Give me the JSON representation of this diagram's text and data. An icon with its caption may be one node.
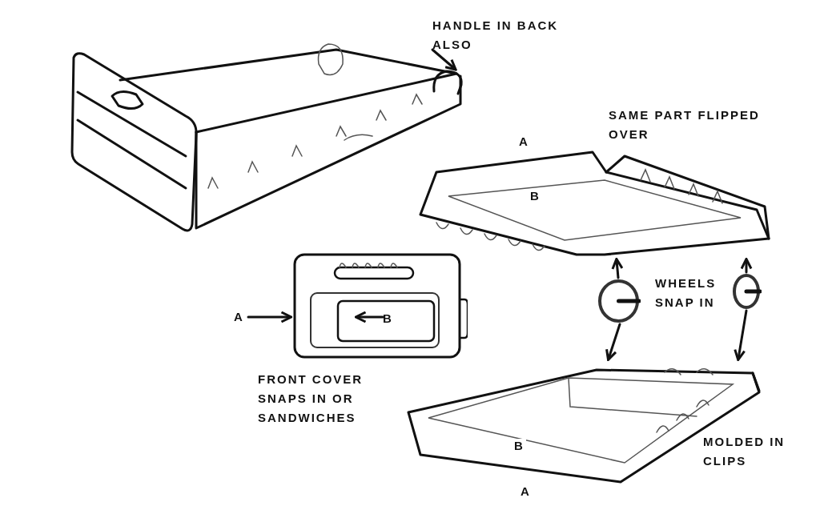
{
  "diagram": {
    "nodes": [
      {
        "text": [
          "HANDLE IN BACK ALSO"
        ]
      },
      {
        "text": [],
        "shape": "picture"
      },
      {
        "text": [],
        "shape": "picture",
        "beside": [
          "A"
        ]
      },
      {
        "text": [
          "A"
        ]
      },
      {
        "text": [],
        "shape": "picture"
      },
      {
        "text": [
          "B"
        ],
        "in": 4
      },
      {
        "text": [],
        "shape": "circle"
      },
      {
        "text": [],
        "shape": "circle"
      },
      {
        "text": [],
        "shape": "picture",
        "beside": [
          "A"
        ]
      }
    ],
    "edges": [
      {
        "from": 0,
        "to": 1,
        "arrow": "to"
      },
      {
        "from": 3,
        "to": 4,
        "arrow": "to"
      },
      {
        "from": 5,
        "to": null,
        "arrow": "to"
      },
      {
        "from": 6,
        "to": 2,
        "arrow": "to"
      },
      {
        "from": 7,
        "to": 2,
        "arrow": "to"
      },
      {
        "from": 6,
        "to": 8,
        "arrow": "to"
      },
      {
        "from": 7,
        "to": 8,
        "arrow": "to"
      }
    ],
    "labels": [
      "SAME PART FLIPPED OVER",
      "B",
      "WHEELS SNAP IN",
      "FRONT COVER SNAPS IN OR SANDWICHES",
      "B",
      "MOLDED IN CLIPS"
    ]
  }
}
